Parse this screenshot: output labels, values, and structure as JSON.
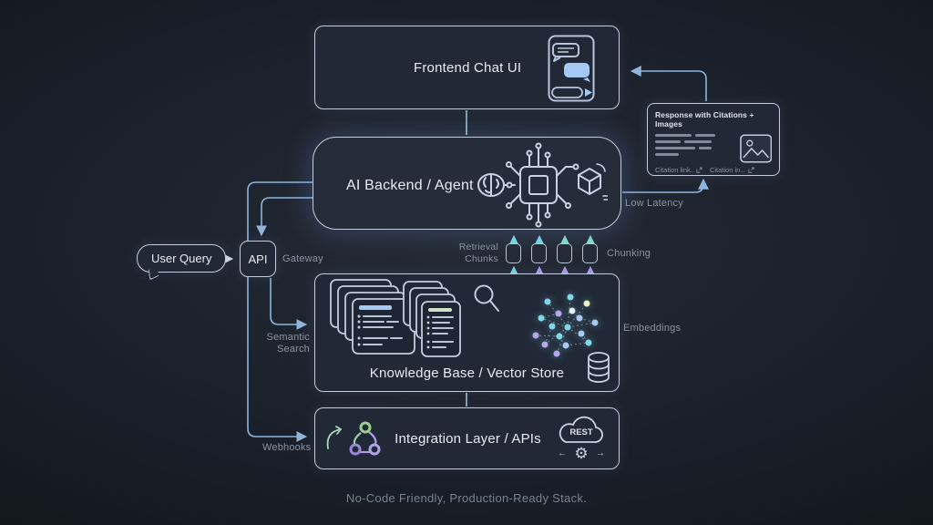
{
  "caption": "No-Code Friendly, Production-Ready Stack.",
  "nodes": {
    "frontend": {
      "title": "Frontend Chat UI"
    },
    "ai_backend": {
      "title": "AI Backend / Agent"
    },
    "knowledge_base": {
      "title": "Knowledge Base / Vector Store"
    },
    "integration": {
      "title": "Integration Layer / APIs",
      "rest_badge": "REST"
    },
    "user_query": {
      "label": "User Query"
    },
    "api_gateway": {
      "label": "API"
    }
  },
  "response_card": {
    "title": "Response with Citations + Images",
    "citation_left": "Citation link..",
    "citation_right": "Citation in..."
  },
  "edge_labels": {
    "gateway": "Gateway",
    "low_latency": "Low Latency",
    "retrieval_chunks": "Retrieval Chunks",
    "chunking": "Chunking",
    "embeddings": "Embeddings",
    "semantic_search": "Semantic Search",
    "webhooks": "Webhooks"
  },
  "colors": {
    "background": "#1b212b",
    "box_fill": "#222936",
    "box_border": "#c3cddf",
    "accent_blue": "#8fb5dd",
    "accent_cyan": "#7ad6e0",
    "accent_purple": "#a89ae6",
    "text_primary": "#e8ebf2",
    "text_muted": "#8a93a4"
  }
}
